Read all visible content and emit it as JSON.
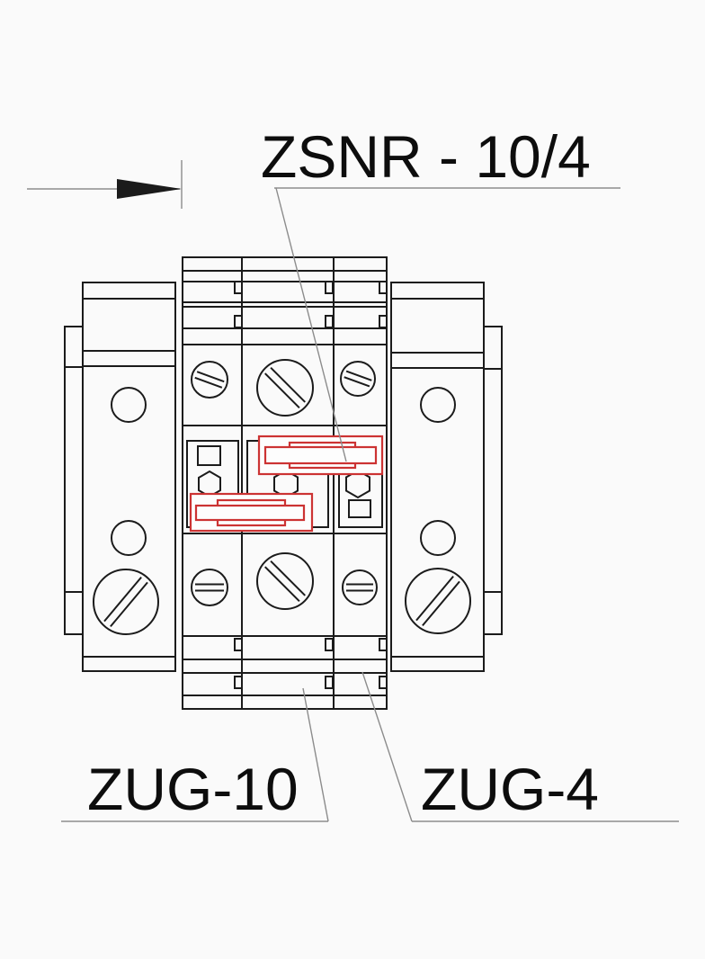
{
  "drawing": {
    "type": "terminal-block-assembly-front-view",
    "callouts": {
      "jumper_label": "ZSNR - 10/4",
      "center_block_label": "ZUG-10",
      "side_block_label": "ZUG-4"
    },
    "icons": {
      "datum_arrow": "datum-arrow-icon",
      "screw": "slotted-screw-icon",
      "hex_socket": "hex-nut-icon",
      "test_socket": "square-socket-icon",
      "jumper": "cross-connector-icon"
    }
  },
  "colors": {
    "bg": "#fafafa",
    "line": "#1b1b1b",
    "callout": "#8c8c8c",
    "highlight": "#cc3333",
    "text": "#0d0d0d"
  }
}
